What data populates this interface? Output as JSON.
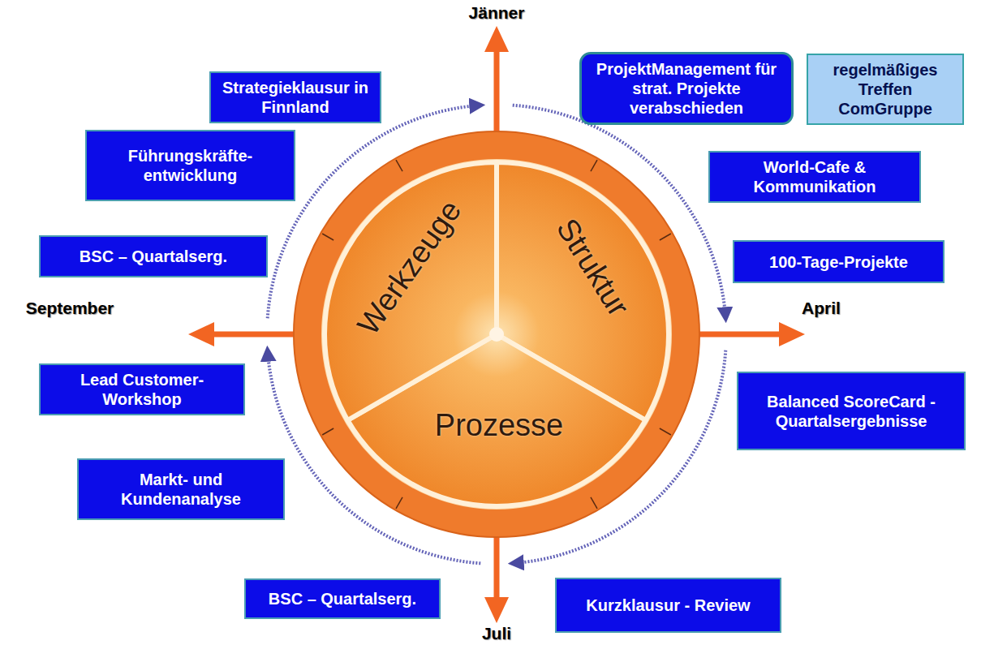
{
  "diagram": {
    "nodes": [
      {
        "text": [
          "Strategieklausur in Finnland"
        ]
      },
      {
        "text": [
          "ProjektManagement für strat. Projekte verabschieden"
        ]
      },
      {
        "text": [
          "regelmäßiges Treffen ComGruppe"
        ]
      },
      {
        "text": [
          "Führungskräfte- entwicklung"
        ]
      },
      {
        "text": [
          "World-Cafe & Kommunikation"
        ]
      },
      {
        "text": [
          "BSC – Quartalserg."
        ]
      },
      {
        "text": [
          "100-Tage-Projekte"
        ]
      },
      {
        "text": [
          "Werkzeuge"
        ]
      },
      {
        "text": [
          "Struktur"
        ]
      },
      {
        "text": [
          "Lead Customer- Workshop"
        ]
      },
      {
        "text": [
          "Prozesse"
        ]
      },
      {
        "text": [
          "Balanced ScoreCard - Quartalsergebnisse"
        ]
      },
      {
        "text": [
          "Markt- und Kundenanalyse"
        ]
      },
      {
        "text": [
          "BSC – Quartalserg."
        ]
      },
      {
        "text": [
          "Kurzklausur - Review"
        ]
      }
    ],
    "labels": [
      "Jänner",
      "April",
      "Juli",
      "September"
    ]
  }
}
